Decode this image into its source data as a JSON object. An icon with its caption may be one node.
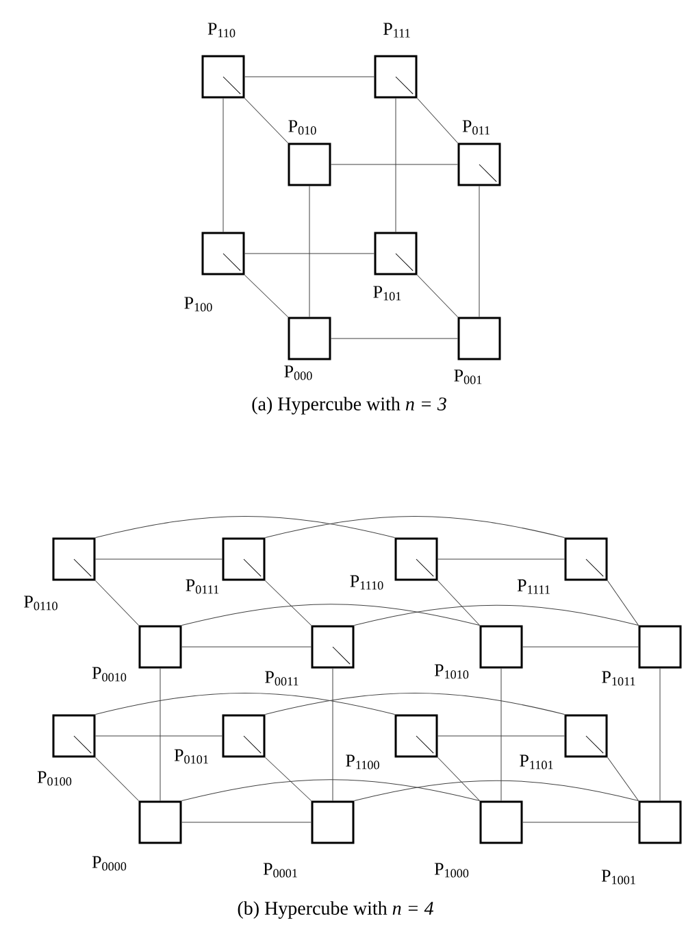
{
  "diagram": {
    "nodes": [
      {
        "text": [],
        "shape": "box",
        "beside": [
          "P$_{110}$"
        ]
      },
      {
        "text": [],
        "shape": "box",
        "beside": [
          "P$_{111}$"
        ]
      },
      {
        "text": [],
        "shape": "box",
        "beside": [
          "P$_{010}$"
        ]
      },
      {
        "text": [],
        "shape": "box",
        "beside": [
          "P$_{011}$"
        ]
      },
      {
        "text": [],
        "shape": "box",
        "beside": [
          "P$_{100}$"
        ]
      },
      {
        "text": [],
        "shape": "box",
        "beside": [
          "P$_{101}$"
        ]
      },
      {
        "text": [],
        "shape": "box",
        "beside": [
          "P$_{000}$"
        ]
      },
      {
        "text": [],
        "shape": "box",
        "beside": [
          "P$_{001}$"
        ]
      },
      {
        "text": [],
        "shape": "box",
        "beside": [
          "P$_{0110}$"
        ]
      },
      {
        "text": [],
        "shape": "box",
        "beside": [
          "P$_{0111}$"
        ]
      },
      {
        "text": [],
        "shape": "box",
        "beside": [
          "P$_{1110}$"
        ]
      },
      {
        "text": [],
        "shape": "box",
        "beside": [
          "P$_{1111}$"
        ]
      },
      {
        "text": [],
        "shape": "box",
        "beside": [
          "P$_{0010}$"
        ]
      },
      {
        "text": [],
        "shape": "box",
        "beside": [
          "P$_{0011}$"
        ]
      },
      {
        "text": [],
        "shape": "box",
        "beside": [
          "P$_{1010}$"
        ]
      },
      {
        "text": [],
        "shape": "box",
        "beside": [
          "P$_{1011}$"
        ]
      },
      {
        "text": [],
        "shape": "box",
        "beside": [
          "P$_{0100}$"
        ]
      },
      {
        "text": [],
        "shape": "box",
        "beside": [
          "P$_{0101}$"
        ]
      },
      {
        "text": [],
        "shape": "box",
        "beside": [
          "P$_{1100}$"
        ]
      },
      {
        "text": [],
        "shape": "box",
        "beside": [
          "P$_{1101}$"
        ]
      },
      {
        "text": [],
        "shape": "box",
        "beside": [
          "P$_{0000}$"
        ]
      },
      {
        "text": [],
        "shape": "box",
        "beside": [
          "P$_{0001}$"
        ]
      },
      {
        "text": [],
        "shape": "box",
        "beside": [
          "P$_{1000}$"
        ]
      },
      {
        "text": [],
        "shape": "box",
        "beside": [
          "P$_{1001}$"
        ]
      }
    ],
    "edges": [
      {
        "from": 0,
        "to": 1,
        "arrow": "none"
      },
      {
        "from": 0,
        "to": 2,
        "arrow": "none"
      },
      {
        "from": 1,
        "to": 3,
        "arrow": "none"
      },
      {
        "from": 2,
        "to": 3,
        "arrow": "none"
      },
      {
        "from": 0,
        "to": 4,
        "arrow": "none"
      },
      {
        "from": 1,
        "to": 5,
        "arrow": "none"
      },
      {
        "from": 2,
        "to": 6,
        "arrow": "none"
      },
      {
        "from": 3,
        "to": 7,
        "arrow": "none"
      },
      {
        "from": 4,
        "to": 5,
        "arrow": "none"
      },
      {
        "from": 4,
        "to": 6,
        "arrow": "none"
      },
      {
        "from": 5,
        "to": 7,
        "arrow": "none"
      },
      {
        "from": 6,
        "to": 7,
        "arrow": "none"
      },
      {
        "from": 8,
        "to": 9,
        "arrow": "none"
      },
      {
        "from": 10,
        "to": 11,
        "arrow": "none"
      },
      {
        "from": 12,
        "to": 13,
        "arrow": "none"
      },
      {
        "from": 14,
        "to": 15,
        "arrow": "none"
      },
      {
        "from": 16,
        "to": 17,
        "arrow": "none"
      },
      {
        "from": 18,
        "to": 19,
        "arrow": "none"
      },
      {
        "from": 20,
        "to": 21,
        "arrow": "none"
      },
      {
        "from": 22,
        "to": 23,
        "arrow": "none"
      },
      {
        "from": 8,
        "to": 12,
        "arrow": "none"
      },
      {
        "from": 9,
        "to": 13,
        "arrow": "none"
      },
      {
        "from": 10,
        "to": 14,
        "arrow": "none"
      },
      {
        "from": 11,
        "to": 15,
        "arrow": "none"
      },
      {
        "from": 16,
        "to": 20,
        "arrow": "none"
      },
      {
        "from": 17,
        "to": 21,
        "arrow": "none"
      },
      {
        "from": 18,
        "to": 22,
        "arrow": "none"
      },
      {
        "from": 19,
        "to": 23,
        "arrow": "none"
      },
      {
        "from": 12,
        "to": 20,
        "arrow": "none"
      },
      {
        "from": 13,
        "to": 21,
        "arrow": "none"
      },
      {
        "from": 14,
        "to": 22,
        "arrow": "none"
      },
      {
        "from": 15,
        "to": 23,
        "arrow": "none"
      },
      {
        "from": 8,
        "to": 10,
        "arrow": "none"
      },
      {
        "from": 9,
        "to": 11,
        "arrow": "none"
      },
      {
        "from": 12,
        "to": 14,
        "arrow": "none"
      },
      {
        "from": 13,
        "to": 15,
        "arrow": "none"
      },
      {
        "from": 16,
        "to": 18,
        "arrow": "none"
      },
      {
        "from": 17,
        "to": 19,
        "arrow": "none"
      },
      {
        "from": 20,
        "to": 22,
        "arrow": "none"
      },
      {
        "from": 21,
        "to": 23,
        "arrow": "none"
      }
    ],
    "labels": [
      "(a) Hypercube with *n = 3*",
      "(b) Hypercube with *n = 4*"
    ]
  }
}
